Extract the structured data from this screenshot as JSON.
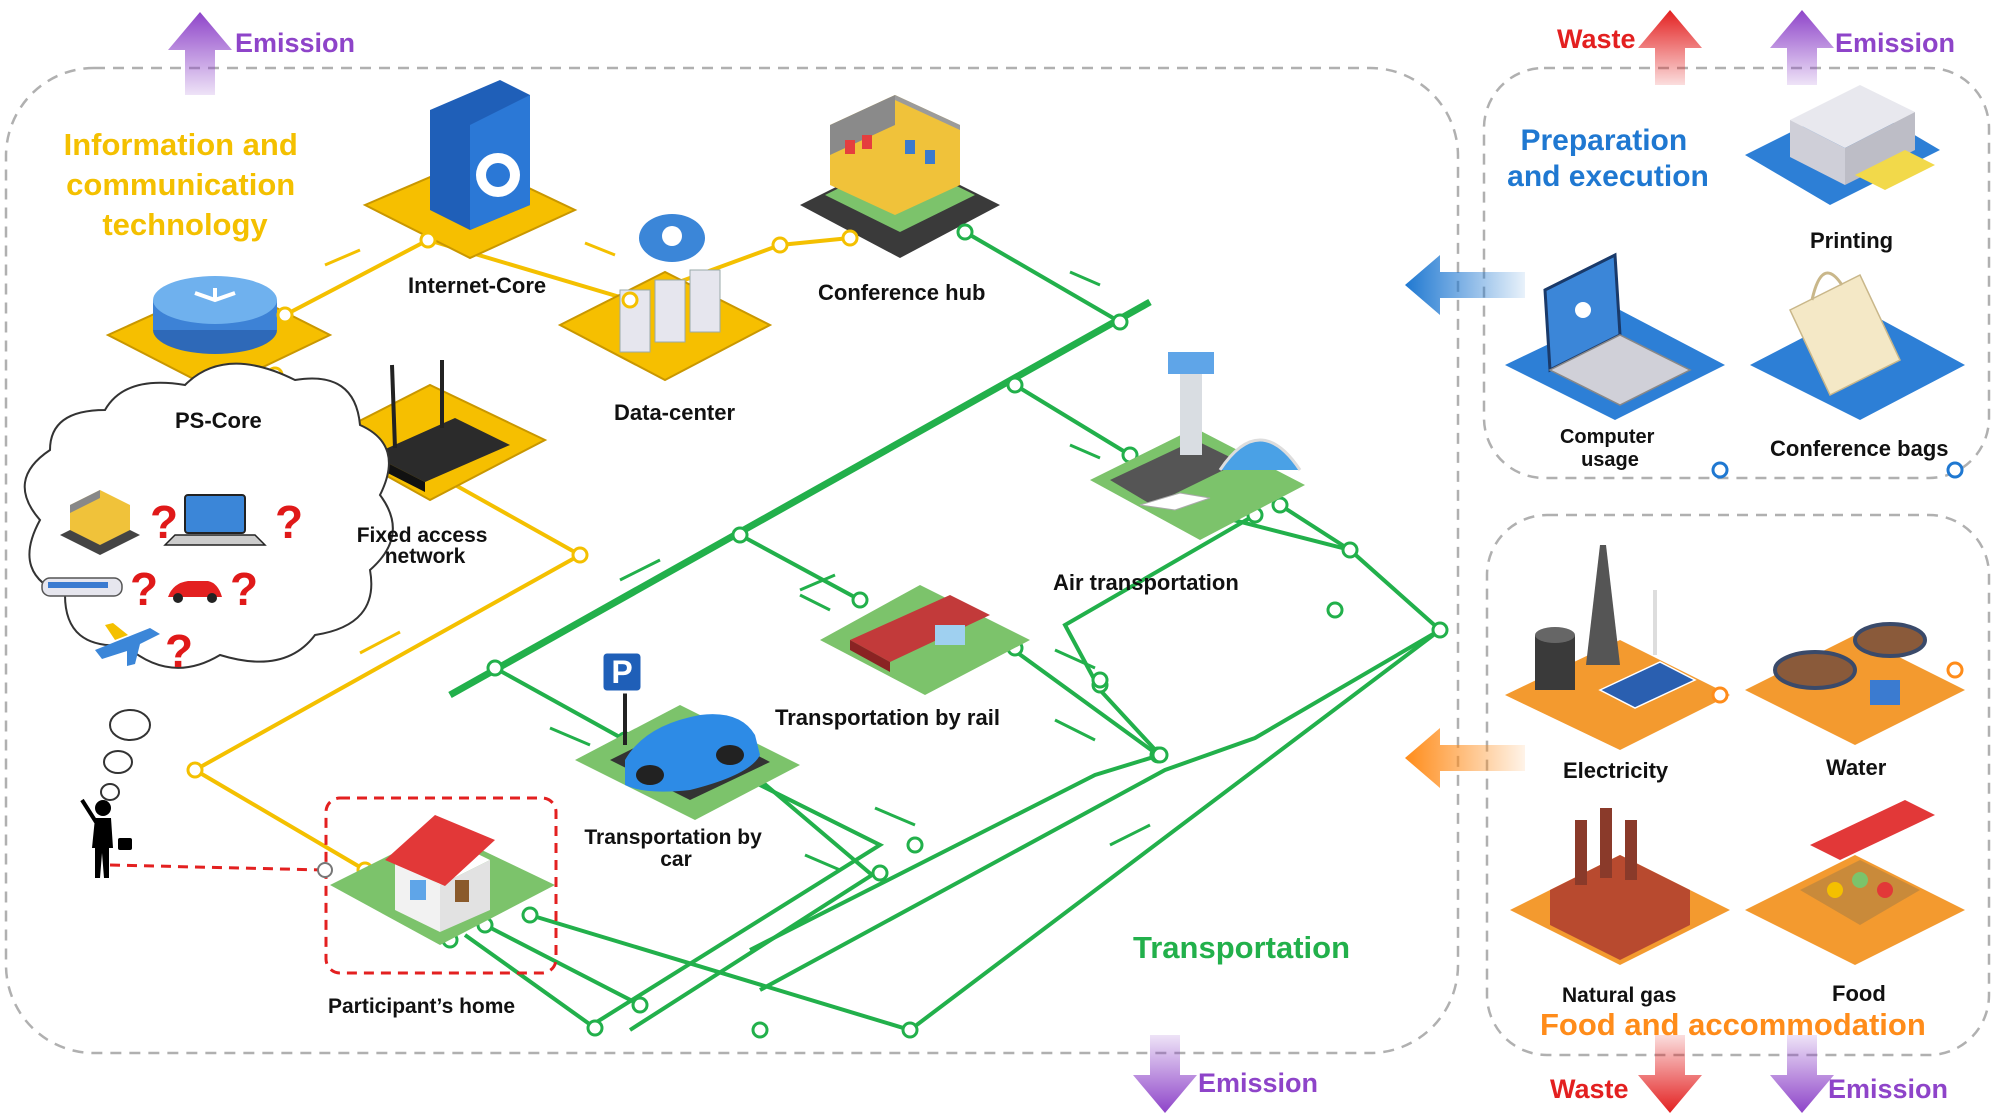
{
  "colors": {
    "ict": "#f4c000",
    "transport": "#22b04b",
    "preparation": "#1f78d1",
    "food": "#ff8c1a",
    "emission": "#8e44c9",
    "waste": "#e32020",
    "home_box": "#e32020"
  },
  "sections": {
    "ict": [
      "Information and",
      "communication",
      "technology"
    ],
    "preparation": [
      "Preparation",
      "and execution"
    ],
    "transportation": "Transportation",
    "food": "Food and accommodation"
  },
  "arrows": {
    "emission": "Emission",
    "waste": "Waste"
  },
  "ict_nodes": {
    "internet_core": "Internet-Core",
    "ps_core": "PS-Core",
    "data_center": "Data-center",
    "conference_hub": "Conference hub",
    "fixed_access": [
      "Fixed access",
      "network"
    ]
  },
  "transport_nodes": {
    "air": "Air transportation",
    "rail": "Transportation by rail",
    "car": [
      "Transportation by",
      "car"
    ],
    "home": "Participant’s home"
  },
  "preparation_items": {
    "printing": "Printing",
    "computer": [
      "Computer",
      "usage"
    ],
    "bags": "Conference bags"
  },
  "food_items": {
    "electricity": "Electricity",
    "water": "Water",
    "natural_gas": "Natural gas",
    "food": "Food"
  },
  "thought": {
    "question_mark": "?",
    "icons": [
      "building-icon",
      "laptop-icon",
      "train-icon",
      "car-icon",
      "plane-icon"
    ]
  },
  "signs": {
    "parking": "P"
  }
}
